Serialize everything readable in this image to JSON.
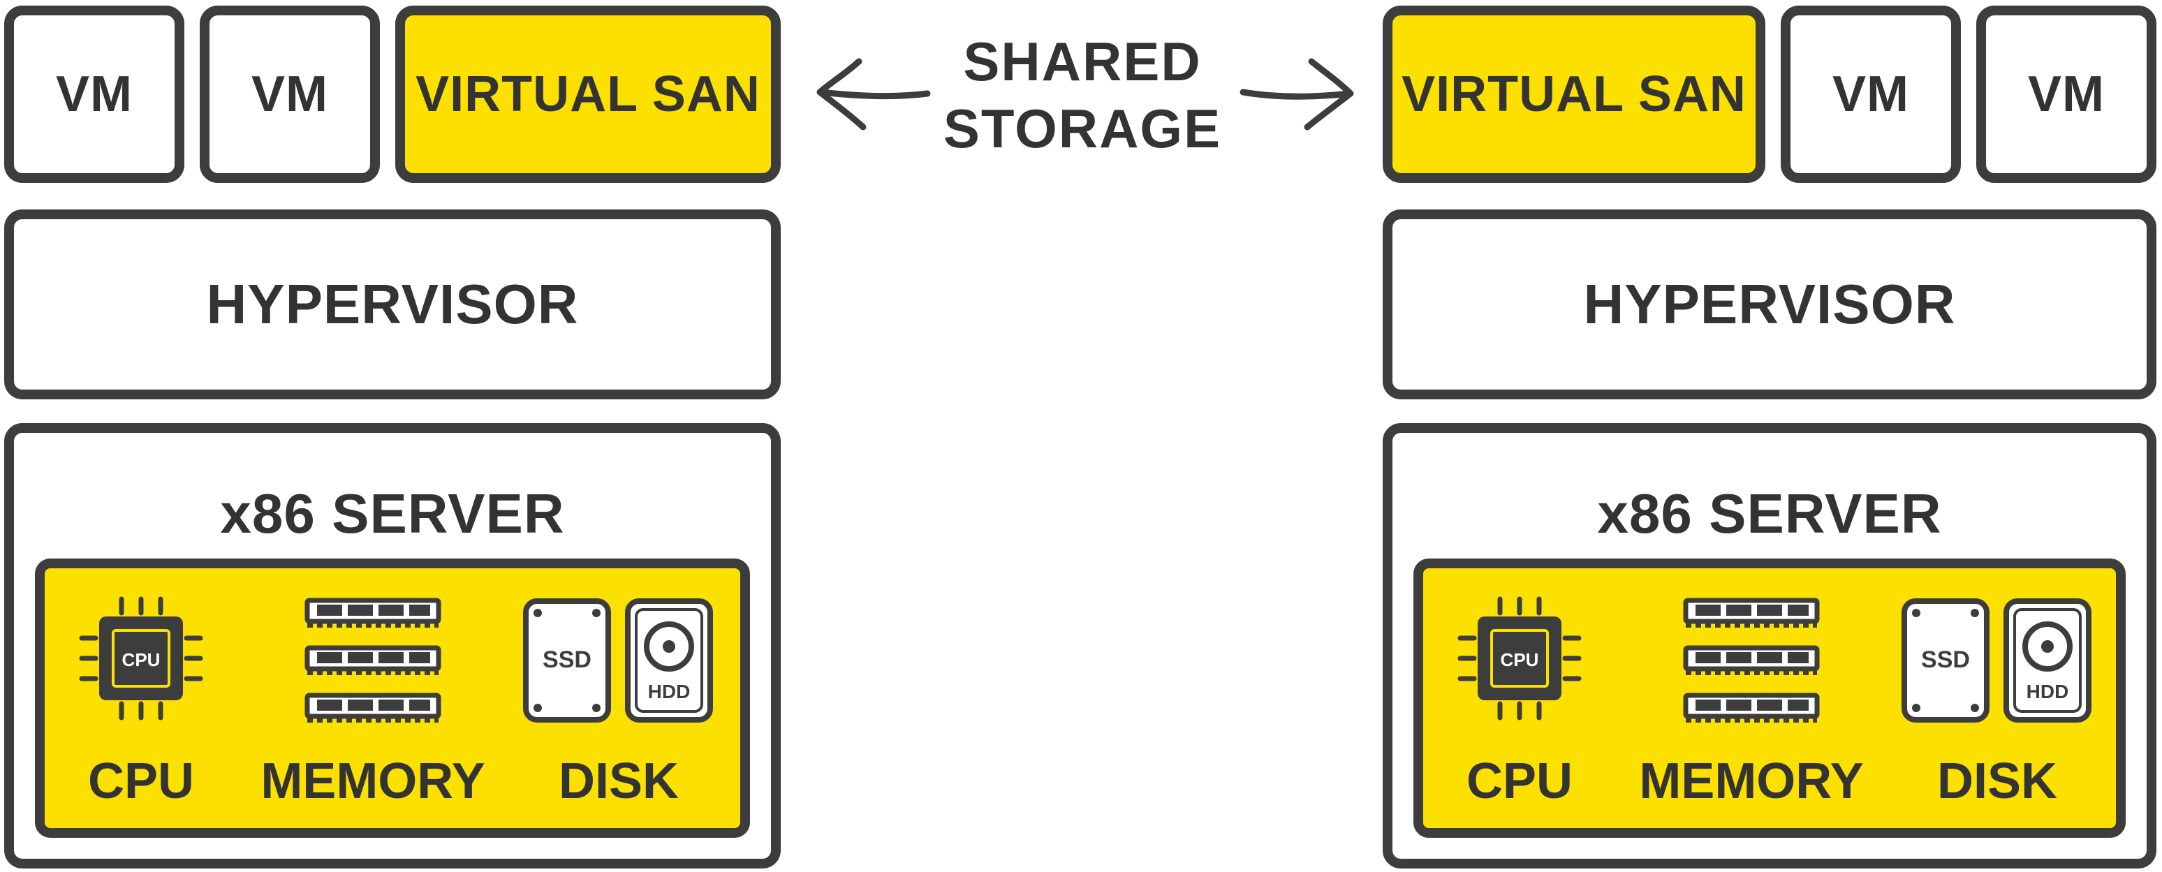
{
  "shared_storage": {
    "line1": "SHARED",
    "line2": "STORAGE"
  },
  "labels": {
    "vm": "VM",
    "virtual_san": "VIRTUAL SAN",
    "hypervisor": "HYPERVISOR",
    "server": "x86 SERVER",
    "cpu": "CPU",
    "memory": "MEMORY",
    "disk": "DISK",
    "chip": "CPU",
    "ssd": "SSD",
    "hdd": "HDD"
  },
  "colors": {
    "accent": "#fbe000",
    "stroke": "#3d3d3d",
    "text": "#333333",
    "background": "#ffffff"
  },
  "icons": [
    "cpu-chip-icon",
    "memory-module-icon",
    "ssd-icon",
    "hdd-icon",
    "arrow-left-icon",
    "arrow-right-icon"
  ]
}
